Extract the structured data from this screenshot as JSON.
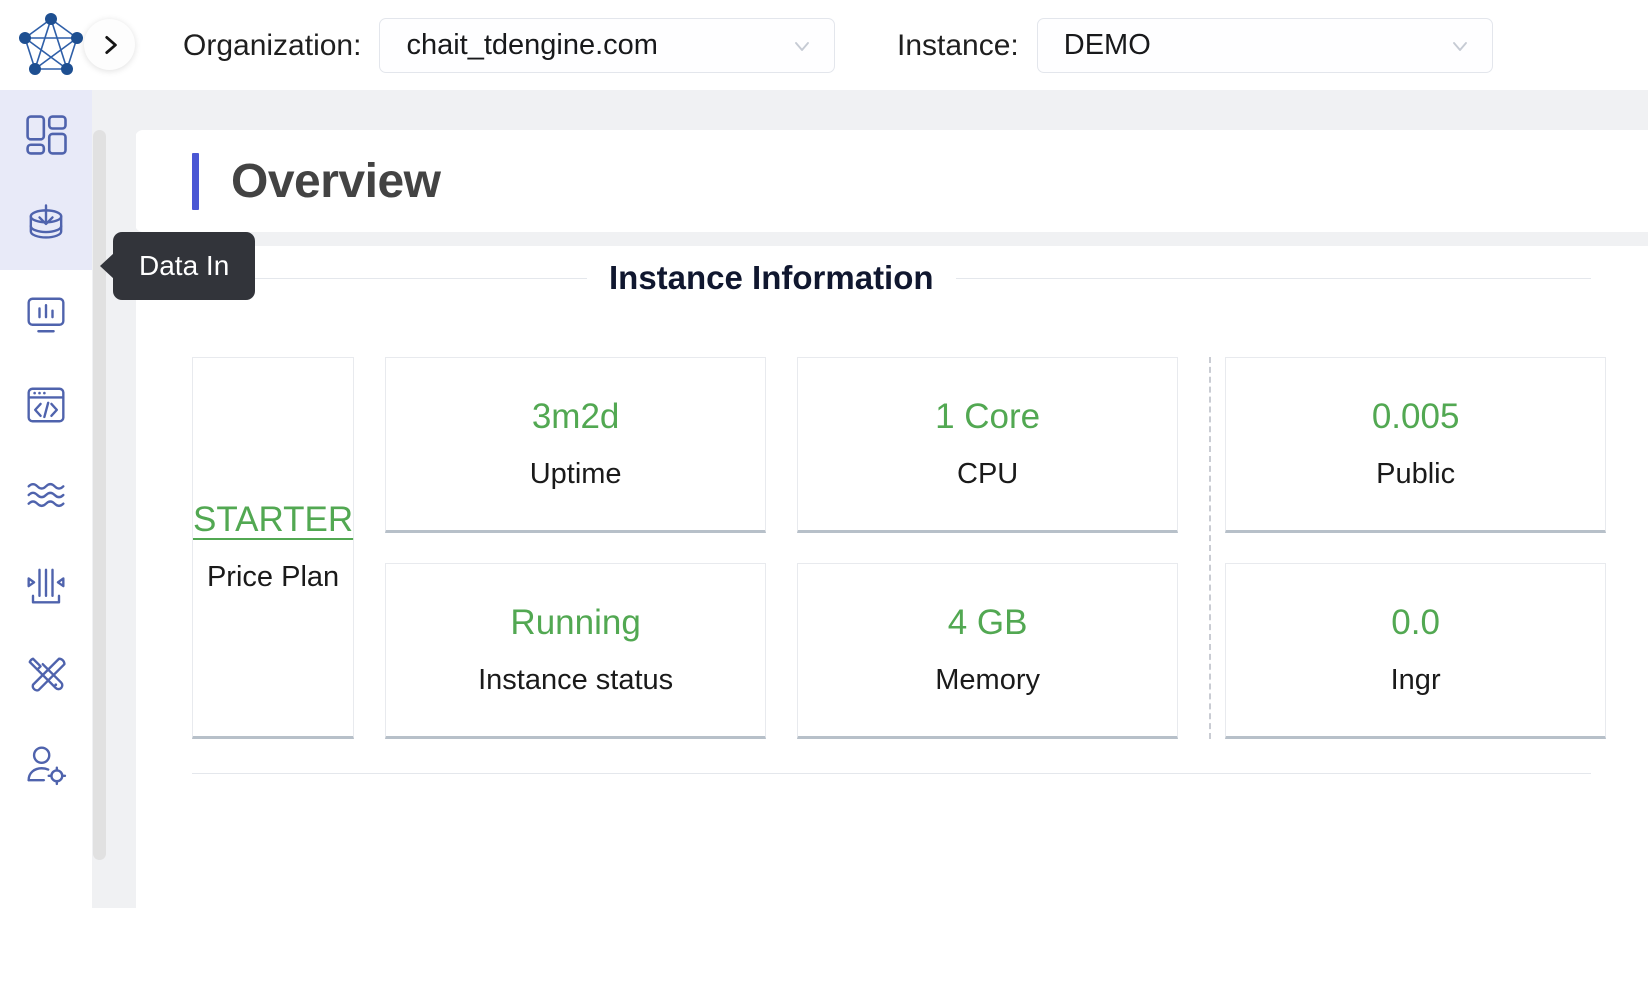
{
  "header": {
    "logo_icon": "network-graph-logo",
    "collapse_icon": "chevron-right-icon",
    "organization": {
      "label": "Organization:",
      "value": "chait_tdengine.com",
      "chevron_icon": "chevron-down-icon"
    },
    "instance": {
      "label": "Instance:",
      "value": "DEMO",
      "chevron_icon": "chevron-down-icon"
    }
  },
  "sidebar": {
    "items": [
      {
        "icon": "dashboard-grid-icon",
        "name": "overview",
        "active": true
      },
      {
        "icon": "database-download-icon",
        "name": "data-in",
        "active": true
      },
      {
        "icon": "monitor-chart-icon",
        "name": "monitoring",
        "active": false
      },
      {
        "icon": "code-browser-icon",
        "name": "explorer",
        "active": false
      },
      {
        "icon": "waves-icon",
        "name": "streams",
        "active": false
      },
      {
        "icon": "data-flow-icon",
        "name": "data-out",
        "active": false
      },
      {
        "icon": "tools-icon",
        "name": "tools",
        "active": false
      },
      {
        "icon": "user-settings-icon",
        "name": "user-management",
        "active": false
      }
    ],
    "scrollbar": "vertical-scrollbar"
  },
  "tooltip": {
    "text": "Data In"
  },
  "main": {
    "page_title": "Overview",
    "accent_color": "#4a57d4",
    "section": {
      "legend": "Instance Information"
    },
    "tiles": {
      "plan": {
        "value": "STARTER",
        "caption": "Price Plan",
        "is_link": true
      },
      "group_a": [
        {
          "value": "3m2d",
          "caption": "Uptime"
        },
        {
          "value": "Running",
          "caption": "Instance status"
        }
      ],
      "group_b": [
        {
          "value": "1 Core",
          "caption": "CPU"
        },
        {
          "value": "4 GB",
          "caption": "Memory"
        }
      ],
      "group_c": [
        {
          "value": "0.005",
          "caption": "Public"
        },
        {
          "value": "0.0",
          "caption": "Ingr"
        }
      ]
    },
    "value_color": "#52a852"
  }
}
